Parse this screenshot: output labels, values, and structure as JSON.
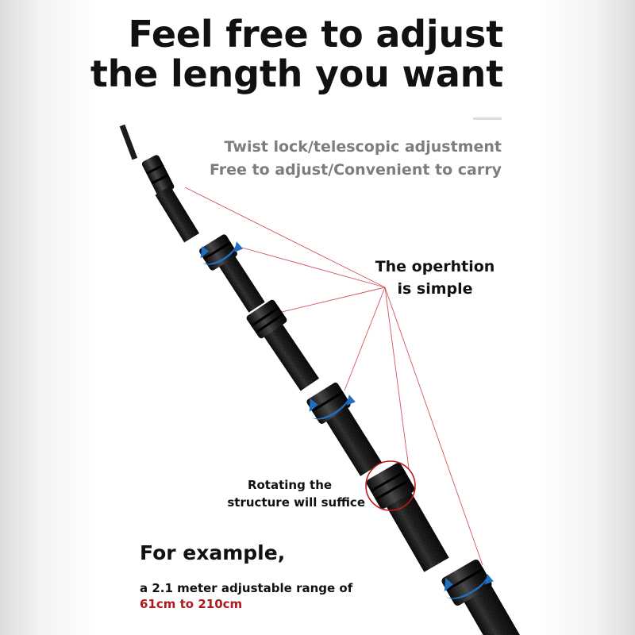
{
  "headline": {
    "line1": "Feel free to adjust",
    "line2": "the length you want"
  },
  "subheading": {
    "line1": "Twist lock/telescopic adjustment",
    "line2": "Free to adjust/Convenient to carry"
  },
  "callouts": {
    "simple": {
      "line1": "The operhtion",
      "line2": "is simple"
    },
    "rotating": {
      "line1": "Rotating the",
      "line2": "structure will suffice"
    }
  },
  "example": {
    "title": "For example,",
    "range_text": "a 2.1 meter adjustable range of",
    "range_values": "61cm to 210cm"
  },
  "colors": {
    "accent_red": "#b0191e",
    "arrow_blue": "#1f6fc0",
    "guide_line": "#d0555a",
    "pole": "#1b1b1b"
  },
  "icons": [
    "rotate-arrow-icon",
    "highlight-circle-icon"
  ]
}
